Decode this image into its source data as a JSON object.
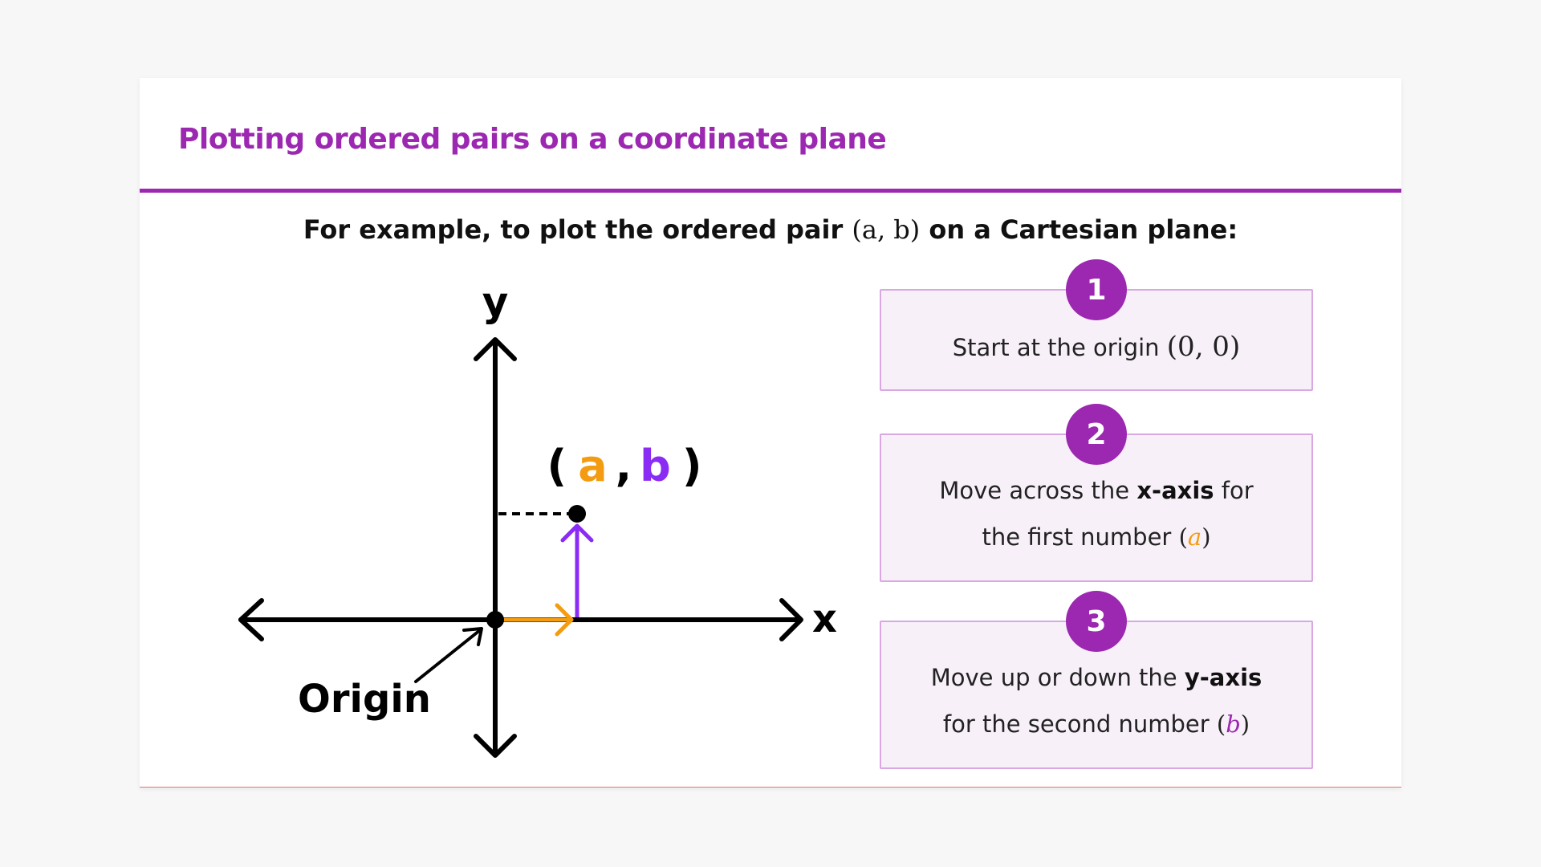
{
  "title": "Plotting ordered pairs on a coordinate plane",
  "intro": {
    "before": "For example, to plot the ordered pair ",
    "pair": "(a, b)",
    "after": " on a Cartesian plane:"
  },
  "diagram": {
    "y_label": "y",
    "x_label": "x",
    "origin_label": "Origin",
    "point_open": "(",
    "point_a": "a",
    "point_comma": ",",
    "point_b": "b",
    "point_close": ")"
  },
  "steps": [
    {
      "number": "1",
      "text": "Start at the origin ",
      "math": "(0, 0)"
    },
    {
      "number": "2",
      "line1_before": "Move across the ",
      "line1_bold": "x-axis",
      "line1_after": " for",
      "line2_before": "the first number ",
      "var": "a"
    },
    {
      "number": "3",
      "line1_before": "Move up or down the ",
      "line1_bold": "y-axis",
      "line2_before": "for the second number ",
      "var": "b"
    }
  ],
  "colors": {
    "accent": "#9c27b0",
    "a_color": "#f39c12",
    "b_color": "#8b2cf5",
    "axis": "#000000"
  }
}
